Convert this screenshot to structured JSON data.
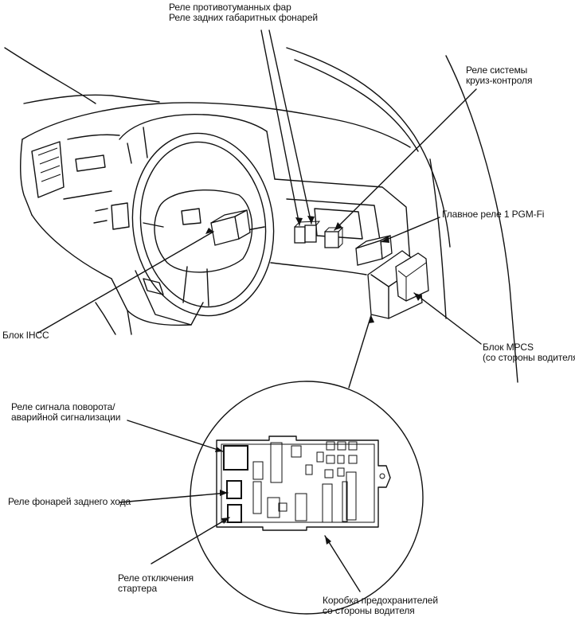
{
  "labels": {
    "fog_relay": [
      "Реле противотуманных фар",
      "Реле задних габаритных фонарей"
    ],
    "cruise_relay": [
      "Реле системы",
      "круиз-контроля"
    ],
    "pgm_relay": [
      "Главное реле 1 PGM-Fi"
    ],
    "ihcc_unit": [
      "Блок IHCC"
    ],
    "mpcs_unit": [
      "Блок MPCS",
      "(со стороны водителя)"
    ],
    "turn_relay": [
      "Реле сигнала поворота/",
      "аварийной сигнализации"
    ],
    "reverse_relay": [
      "Реле фонарей заднего хода"
    ],
    "starter_relay": [
      "Реле отключения",
      "стартера"
    ],
    "fuse_box": [
      "Коробка предохранителей",
      "со стороны водителя"
    ]
  },
  "colors": {
    "ink": "#111111",
    "paper": "#ffffff"
  }
}
